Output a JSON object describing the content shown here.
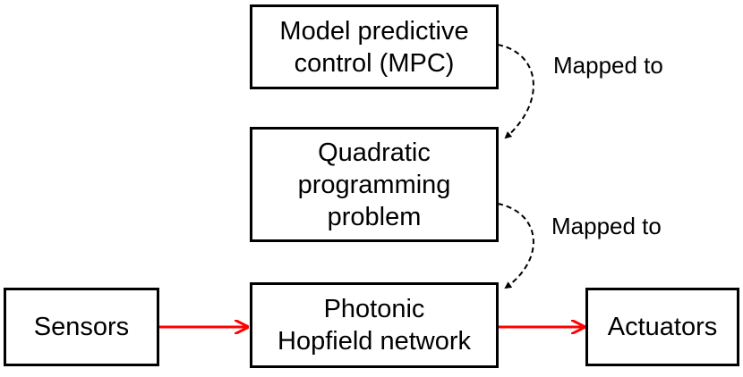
{
  "nodes": {
    "mpc": {
      "lines": [
        "Model predictive",
        "control (MPC)"
      ]
    },
    "qp": {
      "lines": [
        "Quadratic",
        "programming",
        "problem"
      ]
    },
    "hopfield": {
      "lines": [
        "Photonic",
        "Hopfield network"
      ]
    },
    "sensors": {
      "label": "Sensors"
    },
    "actuators": {
      "label": "Actuators"
    }
  },
  "edges": {
    "mpc_to_qp": {
      "label": "Mapped to",
      "style": "dashed",
      "color": "#000000"
    },
    "qp_to_hopfield": {
      "label": "Mapped to",
      "style": "dashed",
      "color": "#000000"
    },
    "sensors_to_hopfield": {
      "style": "solid",
      "color": "#ff0000"
    },
    "hopfield_to_actuators": {
      "style": "solid",
      "color": "#ff0000"
    }
  }
}
